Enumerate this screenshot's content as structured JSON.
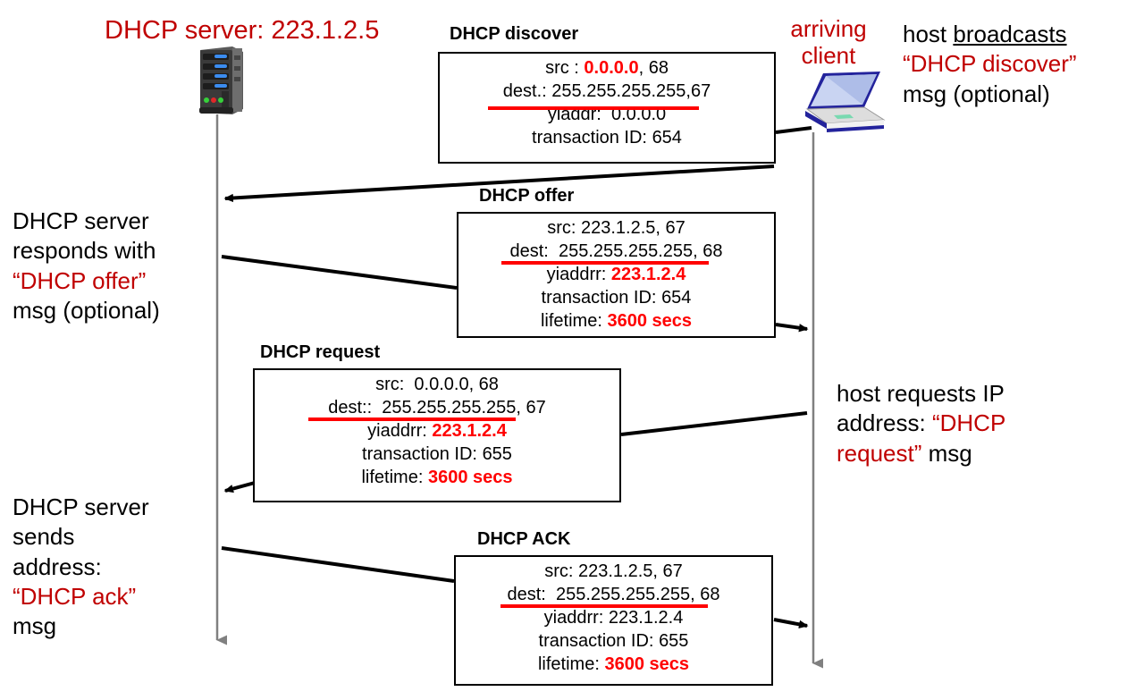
{
  "diagram": {
    "title_server": "DHCP server: 223.1.2.5",
    "client_label_line1": "arriving",
    "client_label_line2": "client",
    "server_icon": "server-tower-icon",
    "client_icon": "laptop-icon"
  },
  "messages": [
    {
      "title": "DHCP discover",
      "lines": [
        {
          "label": "src :",
          "value": "0.0.0.0",
          "suffix": ", 68",
          "value_red": true
        },
        {
          "label": "dest.:",
          "value": "255.255.255.255,67",
          "suffix": "",
          "value_red": false,
          "underline": true
        },
        {
          "label": "yiaddr:",
          "value": "0.0.0.0",
          "suffix": "",
          "value_red": false
        },
        {
          "label": "transaction ID:",
          "value": "654",
          "suffix": "",
          "value_red": false
        }
      ]
    },
    {
      "title": "DHCP offer",
      "lines": [
        {
          "label": "src:",
          "value": "223.1.2.5, 67",
          "suffix": "",
          "value_red": false
        },
        {
          "label": "dest:",
          "value": "255.255.255.255",
          "suffix": ", 68",
          "value_red": false,
          "underline": true
        },
        {
          "label": "yiaddrr:",
          "value": "223.1.2.4",
          "suffix": "",
          "value_red": true
        },
        {
          "label": "transaction ID:",
          "value": "654",
          "suffix": "",
          "value_red": false
        },
        {
          "label": "lifetime:",
          "value": "3600 secs",
          "suffix": "",
          "value_red": true
        }
      ]
    },
    {
      "title": "DHCP request",
      "lines": [
        {
          "label": "src:",
          "value": "0.0.0.0, 68",
          "suffix": "",
          "value_red": false
        },
        {
          "label": "dest::",
          "value": "255.255.255.255",
          "suffix": ", 67",
          "value_red": false,
          "underline": true
        },
        {
          "label": "yiaddrr:",
          "value": "223.1.2.4",
          "suffix": "",
          "value_red": true
        },
        {
          "label": "transaction ID:",
          "value": "655",
          "suffix": "",
          "value_red": false
        },
        {
          "label": "lifetime:",
          "value": "3600 secs",
          "suffix": "",
          "value_red": true
        }
      ]
    },
    {
      "title": "DHCP ACK",
      "lines": [
        {
          "label": "src:",
          "value": "223.1.2.5, 67",
          "suffix": "",
          "value_red": false
        },
        {
          "label": "dest:",
          "value": "255.255.255.255",
          "suffix": ", 68",
          "value_red": false,
          "underline": true
        },
        {
          "label": "yiaddrr:",
          "value": "223.1.2.4",
          "suffix": "",
          "value_red": false
        },
        {
          "label": "transaction ID:",
          "value": "655",
          "suffix": "",
          "value_red": false
        },
        {
          "label": "lifetime:",
          "value": "3600 secs",
          "suffix": "",
          "value_red": true
        }
      ]
    }
  ],
  "notes": {
    "left_offer": {
      "line1": "DHCP server",
      "line2": "responds with",
      "line3_quoted_red": "“DHCP offer”",
      "line4": "msg (optional)"
    },
    "left_ack": {
      "line1": "DHCP server",
      "line2": "sends",
      "line3": "address:",
      "line4_quoted_red": "“DHCP ack”",
      "line5": "msg"
    },
    "right_discover": {
      "line1_plain": "host ",
      "line1_underlined": "broadcasts",
      "line2_quoted_red": "“DHCP discover”",
      "line3": "msg (optional)"
    },
    "right_request": {
      "line1": "host requests IP",
      "line2_plain": "address: ",
      "line2_red": "“DHCP",
      "line3_red": "request”",
      "line3_plain": " msg"
    }
  },
  "colors": {
    "accent_red": "#FF0000",
    "title_red": "#C00000",
    "line_black": "#000000",
    "timeline_gray": "#808080"
  }
}
